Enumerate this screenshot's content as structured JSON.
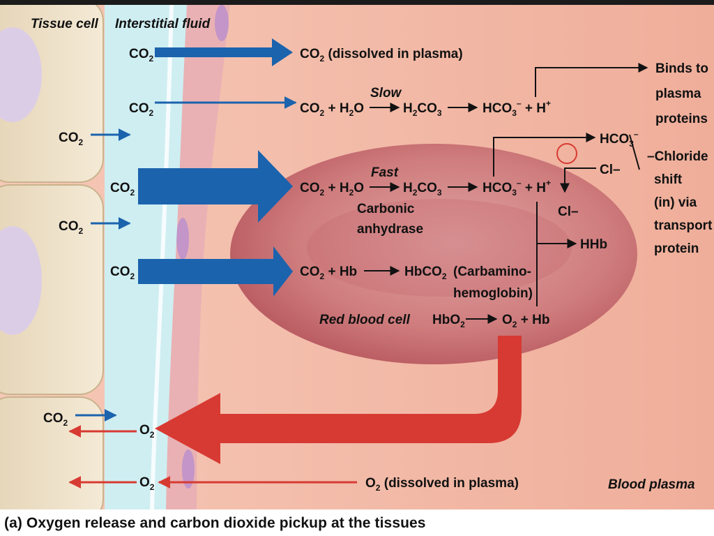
{
  "regions": {
    "tissue_cell": "Tissue cell",
    "interstitial_fluid": "Interstitial fluid",
    "red_blood_cell": "Red blood cell",
    "blood_plasma": "Blood plasma"
  },
  "row1": {
    "left": "CO",
    "left_sub": "2",
    "right": "CO",
    "right_sub": "2",
    "right_note": " (dissolved in plasma)"
  },
  "row2": {
    "left": "CO",
    "left_sub": "2",
    "speed": "Slow",
    "reactant": "CO",
    "reactant_sub": "2",
    "plus_water": " + H",
    "water_sub": "2",
    "water_o": "O",
    "acid_h": "H",
    "acid_h_sub": "2",
    "acid_co": "CO",
    "acid_co_sub": "3",
    "bicarb": "HCO",
    "bicarb_sub": "3",
    "bicarb_sup": "–",
    "plus_h": " + H",
    "h_sup": "+"
  },
  "row3": {
    "left": "CO",
    "left_sub": "2",
    "speed": "Fast",
    "reactant": "CO",
    "reactant_sub": "2",
    "plus_water": " + H",
    "water_sub": "2",
    "water_o": "O",
    "acid_h": "H",
    "acid_h_sub": "2",
    "acid_co": "CO",
    "acid_co_sub": "3",
    "bicarb": "HCO",
    "bicarb_sub": "3",
    "bicarb_sup": "–",
    "plus_h": " + H",
    "h_sup": "+",
    "enzyme_line1": "Carbonic",
    "enzyme_line2": "anhydrase"
  },
  "row4": {
    "left": "CO",
    "left_sub": "2",
    "reactant": "CO",
    "reactant_sub": "2",
    "plus_hb": " + Hb",
    "product": "HbCO",
    "product_sub": "2",
    "note_line1": "(Carbamino-",
    "note_line2": "hemoglobin)"
  },
  "row5": {
    "hbo": "HbO",
    "hbo_sub": "2",
    "o2": "O",
    "o2_sub": "2",
    "plus_hb": " + Hb"
  },
  "tissue_co2": [
    {
      "text": "CO",
      "sub": "2"
    },
    {
      "text": "CO",
      "sub": "2"
    },
    {
      "text": "CO",
      "sub": "2"
    }
  ],
  "o2_release": [
    {
      "text": "O",
      "sub": "2"
    },
    {
      "text": "O",
      "sub": "2"
    }
  ],
  "o2_plasma": {
    "text": "O",
    "sub": "2",
    "note": " (dissolved in plasma)"
  },
  "right_column": {
    "binds": [
      "Binds to",
      "plasma",
      "proteins"
    ],
    "chloride": [
      "–Chloride",
      "shift",
      "(in) via",
      "transport",
      "protein"
    ],
    "hco3": "HCO",
    "hco3_sub": "3",
    "hco3_sup": "–",
    "cl_out": "Cl–",
    "cl_in": "Cl–",
    "hhb": "HHb"
  },
  "caption": "(a) Oxygen release and carbon dioxide pickup at the tissues",
  "colors": {
    "plasma": "#f2b5a2",
    "rbc": "#c86a6f",
    "fluid": "#cfeef2",
    "cell": "#eedfc4",
    "blue_arrow": "#1b63ad",
    "red_arrow": "#d73a32"
  }
}
